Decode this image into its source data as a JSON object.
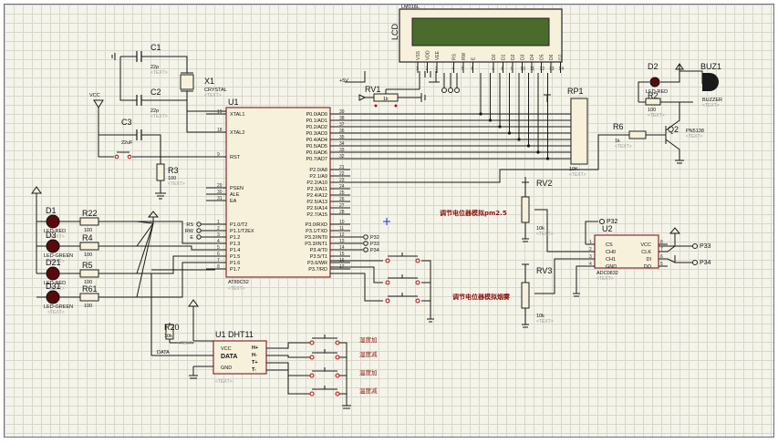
{
  "mcu": {
    "ref": "U1",
    "part": "AT89C52",
    "text": "<TEXT>",
    "left_pins": [
      [
        "19",
        "XTAL1"
      ],
      [
        "18",
        "XTAL2"
      ],
      [
        "9",
        "RST"
      ],
      [
        "29",
        "PSEN"
      ],
      [
        "30",
        "ALE"
      ],
      [
        "31",
        "EA"
      ],
      [
        "1",
        "P1.0/T2"
      ],
      [
        "2",
        "P1.1/T2EX"
      ],
      [
        "3",
        "P1.2"
      ],
      [
        "4",
        "P1.3"
      ],
      [
        "5",
        "P1.4"
      ],
      [
        "6",
        "P1.5"
      ],
      [
        "7",
        "P1.6"
      ],
      [
        "8",
        "P1.7"
      ]
    ],
    "right_pins": [
      [
        "39",
        "P0.0/AD0"
      ],
      [
        "38",
        "P0.1/AD1"
      ],
      [
        "37",
        "P0.2/AD2"
      ],
      [
        "36",
        "P0.3/AD3"
      ],
      [
        "35",
        "P0.4/AD4"
      ],
      [
        "34",
        "P0.5/AD5"
      ],
      [
        "33",
        "P0.6/AD6"
      ],
      [
        "32",
        "P0.7/AD7"
      ],
      [
        "21",
        "P2.0/A8"
      ],
      [
        "22",
        "P2.1/A9"
      ],
      [
        "23",
        "P2.2/A10"
      ],
      [
        "24",
        "P2.3/A11"
      ],
      [
        "25",
        "P2.4/A12"
      ],
      [
        "26",
        "P2.5/A13"
      ],
      [
        "27",
        "P2.6/A14"
      ],
      [
        "28",
        "P2.7/A15"
      ],
      [
        "10",
        "P3.0/RXD"
      ],
      [
        "11",
        "P3.1/TXD"
      ],
      [
        "12",
        "P3.2/INT0"
      ],
      [
        "13",
        "P3.3/INT1"
      ],
      [
        "14",
        "P3.4/T0"
      ],
      [
        "15",
        "P3.5/T1"
      ],
      [
        "16",
        "P3.6/WR"
      ],
      [
        "17",
        "P3.7/RD"
      ]
    ]
  },
  "lcd": {
    "ref": "LCD",
    "part": "LM016L",
    "pins": [
      "VSS",
      "VDD",
      "VEE",
      "RS",
      "RW",
      "E",
      "D0",
      "D1",
      "D2",
      "D3",
      "D4",
      "D5",
      "D6",
      "D7"
    ],
    "pin_nums": [
      "1",
      "2",
      "3",
      "4",
      "5",
      "6",
      "7",
      "8",
      "9",
      "10",
      "11",
      "12",
      "13",
      "14"
    ]
  },
  "crystal": {
    "ref": "X1",
    "part": "CRYSTAL",
    "text": "<TEXT>"
  },
  "c1": {
    "ref": "C1",
    "value": "22p",
    "text": "<TEXT>"
  },
  "c2": {
    "ref": "C2",
    "value": "22p",
    "text": "<TEXT>"
  },
  "c3": {
    "ref": "C3",
    "value": "22uF",
    "text": "<TEXT>"
  },
  "r3": {
    "ref": "R3",
    "value": "100",
    "text": "<TEXT>"
  },
  "rv1": {
    "ref": "RV1",
    "value": "1k"
  },
  "rp1": {
    "ref": "RP1",
    "value": "10K",
    "text": "<TEXT>"
  },
  "r6": {
    "ref": "R6",
    "value": "1k",
    "text": "<TEXT>"
  },
  "q2": {
    "ref": "Q2",
    "part": "PN5138",
    "text": "<TEXT>"
  },
  "d2": {
    "ref": "D2",
    "part": "LED-RED"
  },
  "r2": {
    "ref": "R2",
    "value": "100",
    "text": "<TEXT>"
  },
  "buz": {
    "ref": "BUZ1",
    "part": "BUZZER",
    "text": "<TEXT>"
  },
  "vcc": "VCC",
  "leds": [
    {
      "ref": "D1",
      "part": "LED-RED",
      "text": "<TEXT>",
      "r": "R22",
      "rv": "100"
    },
    {
      "ref": "D3",
      "part": "LED-GREEN",
      "text": "<TEXT>",
      "r": "R4",
      "rv": "100"
    },
    {
      "ref": "D21",
      "part": "LED-RED",
      "text": "<TEXT>",
      "r": "R5",
      "rv": "100"
    },
    {
      "ref": "D31",
      "part": "LED-GREEN",
      "text": "<TEXT>",
      "r": "R61",
      "rv": "100"
    }
  ],
  "lcd_ctrl": [
    "RS",
    "RW",
    "E"
  ],
  "p3_labels": [
    "P32",
    "P33",
    "P34"
  ],
  "rv2": {
    "ref": "RV2",
    "value": "10k",
    "text": "<TEXT>",
    "label": "调节电位器模拟pm2.5"
  },
  "rv3": {
    "ref": "RV3",
    "value": "10k",
    "text": "<TEXT>",
    "label": "调节电位器模拟烟雾"
  },
  "adc": {
    "ref": "U2",
    "part": "ADC0832",
    "text": "<TEXT>",
    "left_pins": [
      [
        "1",
        "CS"
      ],
      [
        "2",
        "CH0"
      ],
      [
        "3",
        "CH1"
      ],
      [
        "4",
        "GND"
      ]
    ],
    "right_pins": [
      [
        "8",
        "VCC"
      ],
      [
        "7",
        "CLK"
      ],
      [
        "6",
        "DI"
      ],
      [
        "5",
        "DO"
      ]
    ],
    "net_cs": "P32",
    "net_clk": "P33",
    "net_di": "P34"
  },
  "r20": {
    "ref": "R20",
    "value": "10k",
    "text": "<TEXT>"
  },
  "dht": {
    "ref": "U1 DHT11",
    "pins": [
      "VCC",
      "DATA",
      "GND"
    ],
    "right": [
      "H+",
      "H-",
      "T+",
      "T-"
    ],
    "text": "<TEXT>",
    "net": "DATA"
  },
  "buttons": [
    "湿度加",
    "湿度减",
    "温度加",
    "温度减"
  ]
}
